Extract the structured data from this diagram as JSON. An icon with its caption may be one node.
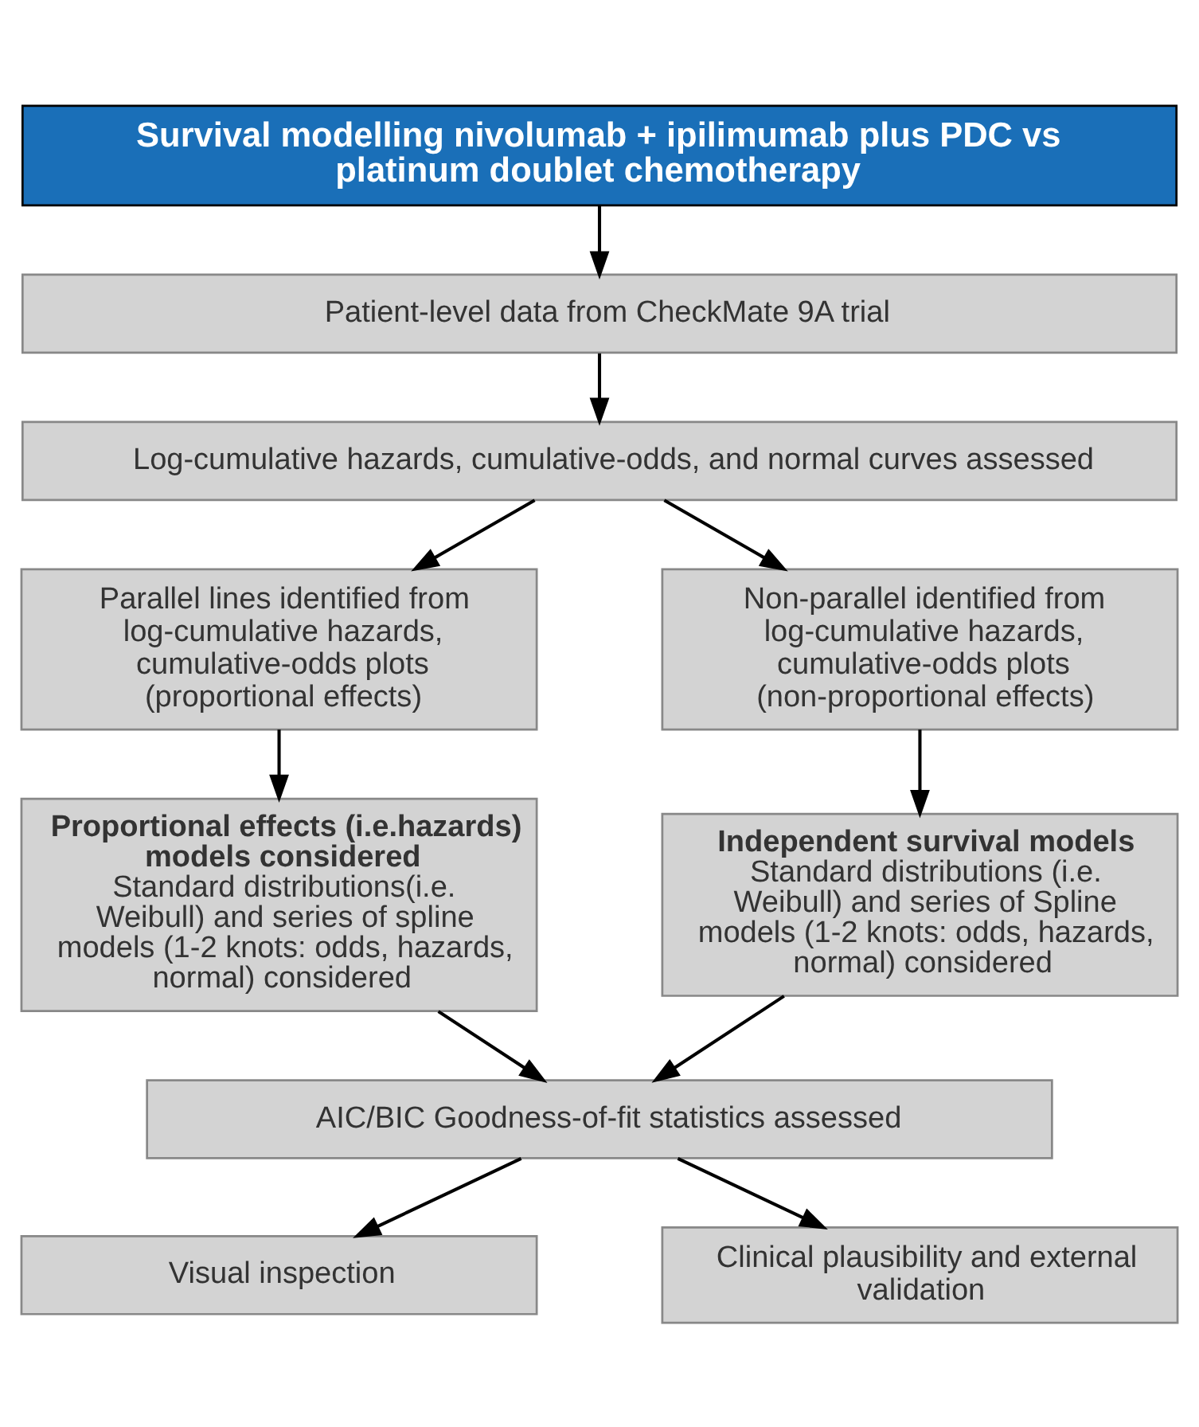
{
  "diagram": {
    "nodes": [
      {
        "text": [
          "Survival modelling nivolumab + ipilimumab plus PDC vs platinum doublet chemotherapy"
        ]
      },
      {
        "text": [
          "Patient-level data from CheckMate 9A trial"
        ]
      },
      {
        "text": [
          "Log-cumulative hazards, cumulative-odds, and normal curves assessed"
        ]
      },
      {
        "text": [
          "Parallel lines identified from log-cumulative hazards, cumulative-odds plots (proportional effects)"
        ]
      },
      {
        "text": [
          "Non-parallel identified from log-cumulative hazards, cumulative-odds plots (non-proportional effects)"
        ]
      },
      {
        "text": [
          "Proportional effects (i.e.hazards) models considered",
          "Standard distributions(i.e. Weibull) and series of spline models (1-2 knots: odds, hazards, normal) considered"
        ]
      },
      {
        "text": [
          "Independent survival models",
          "Standard distributions (i.e. Weibull) and series of Spline models (1-2 knots: odds, hazards, normal) considered"
        ]
      },
      {
        "text": [
          "AIC/BIC Goodness-of-fit statistics assessed"
        ]
      },
      {
        "text": [
          "Visual inspection"
        ]
      },
      {
        "text": [
          "Clinical plausibility and external validation"
        ]
      }
    ],
    "edges": [
      {
        "from": 0,
        "to": 1,
        "arrow": "to"
      },
      {
        "from": 1,
        "to": 2,
        "arrow": "to"
      },
      {
        "from": 2,
        "to": 3,
        "arrow": "to"
      },
      {
        "from": 2,
        "to": 4,
        "arrow": "to"
      },
      {
        "from": 3,
        "to": 5,
        "arrow": "to"
      },
      {
        "from": 4,
        "to": 6,
        "arrow": "to"
      },
      {
        "from": 5,
        "to": 7,
        "arrow": "to"
      },
      {
        "from": 6,
        "to": 7,
        "arrow": "to"
      },
      {
        "from": 7,
        "to": 8,
        "arrow": "to"
      },
      {
        "from": 7,
        "to": 9,
        "arrow": "to"
      }
    ]
  }
}
